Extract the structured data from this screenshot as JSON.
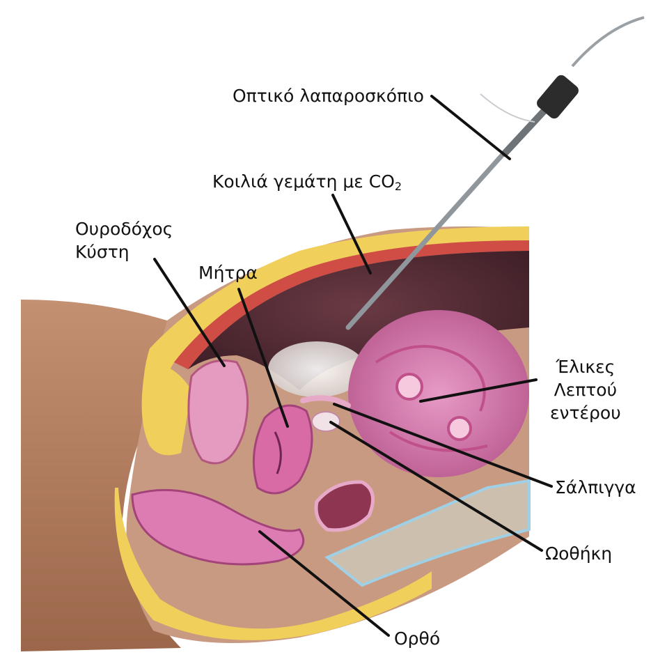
{
  "labels": {
    "laparoscope": "Οπτικό λαπαροσκόπιο",
    "co2_prefix": "Κοιλιά γεμάτη με CO",
    "co2_sub": "2",
    "bladder": "Ουροδόχος\nΚύστη",
    "uterus": "Μήτρα",
    "intestine": "Έλικες\nΛεπτού\nεντέρου",
    "tube": "Σάλπιγγα",
    "ovary": "Ωοθήκη",
    "rectum": "Ορθό"
  },
  "colors": {
    "skin": "#b57e5d",
    "fat": "#f0cf5a",
    "muscle": "#cf4d44",
    "cavity": "#4a2730",
    "organ_pink": "#d86aa6",
    "bladder_pink": "#e59ac0",
    "leader": "#111111"
  }
}
